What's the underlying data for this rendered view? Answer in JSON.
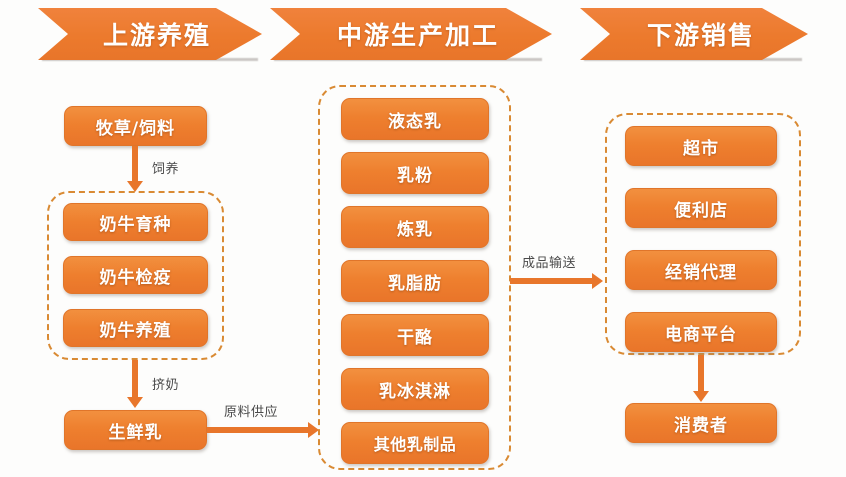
{
  "background_color": "#fdfdfc",
  "accent_color": "#ee7f2e",
  "dashed_border_color": "#d98a33",
  "banners": [
    {
      "id": "upstream",
      "label": "上游养殖"
    },
    {
      "id": "midstream",
      "label": "中游生产加工"
    },
    {
      "id": "downstream",
      "label": "下游销售"
    }
  ],
  "upstream": {
    "feed_node": "牧草/饲料",
    "group_nodes": [
      "奶牛育种",
      "奶牛检疫",
      "奶牛养殖"
    ],
    "raw_milk_node": "生鲜乳",
    "connector_feed_label": "饲养",
    "connector_milking_label": "挤奶"
  },
  "midstream": {
    "group_nodes": [
      "液态乳",
      "乳粉",
      "炼乳",
      "乳脂肪",
      "干酪",
      "乳冰淇淋",
      "其他乳制品"
    ]
  },
  "downstream": {
    "group_nodes": [
      "超市",
      "便利店",
      "经销代理",
      "电商平台"
    ],
    "consumer_node": "消费者"
  },
  "cross_connectors": [
    {
      "id": "raw-material-supply",
      "label": "原料供应"
    },
    {
      "id": "finished-goods-delivery",
      "label": "成品输送"
    }
  ]
}
